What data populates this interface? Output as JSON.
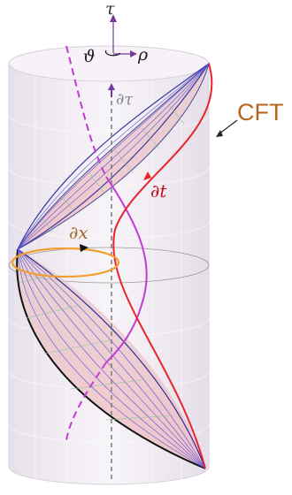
{
  "labels": {
    "tau": "τ",
    "vartheta": "ϑ",
    "rho": "ρ",
    "d_tau": "∂τ",
    "d_t": "∂t",
    "d_x": "∂x",
    "cft": "CFT"
  },
  "colors": {
    "cylinder_fill": "#ece6f0",
    "cylinder_edge": "#d4cdd8",
    "ribbon_fill": "#e8b9c0",
    "ribbon_lines": "#5a4fd8",
    "ribbon_cross": "#8fc79a",
    "geodesic_purple": "#c43ad6",
    "geodesic_red": "#e8242c",
    "circle_orange": "#f0a030",
    "label_brown": "#b5651d",
    "axis_arrow": "#7a3a9a",
    "dashed_axis": "#7b7b7b"
  }
}
